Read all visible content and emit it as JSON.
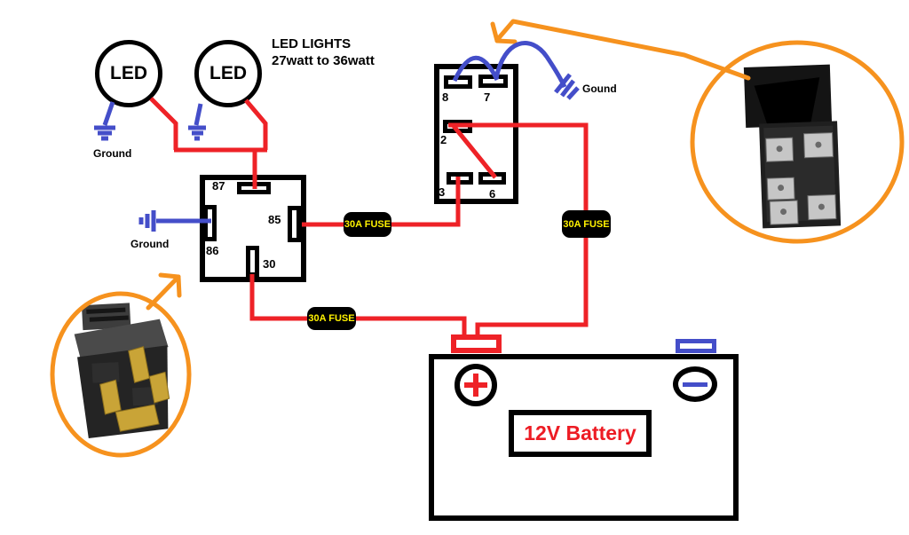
{
  "diagram": {
    "leds": {
      "led1_label": "LED",
      "led2_label": "LED",
      "caption_line1": "LED LIGHTS",
      "caption_line2": "27watt to 36watt",
      "ground_label": "Ground"
    },
    "relay": {
      "pin87": "87",
      "pin85": "85",
      "pin86": "86",
      "pin30": "30",
      "ground_label": "Ground"
    },
    "switch": {
      "pin8": "8",
      "pin7": "7",
      "pin2": "2",
      "pin3": "3",
      "pin6": "6",
      "ground_label": "Gound"
    },
    "fuses": {
      "relay_switch_fuse": "30A FUSE",
      "switch_battery_fuse": "30A FUSE",
      "relay_battery_fuse": "30A FUSE"
    },
    "battery": {
      "label": "12V Battery"
    },
    "icons": {
      "positive_terminal": "plus-icon",
      "negative_terminal": "minus-icon",
      "relay_photo": "automotive-relay-photo",
      "switch_photo": "rocker-switch-photo"
    },
    "colors": {
      "wire_red": "#ee2227",
      "wire_blue": "#444ec9",
      "highlight_orange": "#f6921e",
      "fuse_text_yellow": "#fff200",
      "battery_text_red": "#ed1c24"
    }
  }
}
